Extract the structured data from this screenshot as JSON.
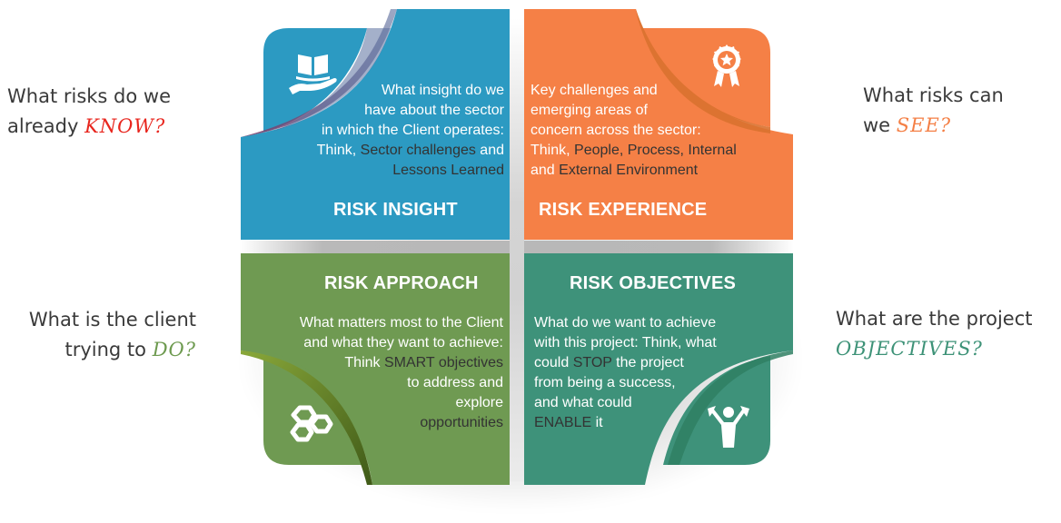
{
  "side_questions": {
    "top_left": {
      "line1": "What risks do we",
      "line2_prefix": "already ",
      "highlight": "KNOW?",
      "highlight_color": "#e8261e"
    },
    "top_right": {
      "line1": "What risks can",
      "line2_prefix": "we ",
      "highlight": "SEE?",
      "highlight_color": "#f47f45"
    },
    "bottom_left": {
      "line1": "What is the client",
      "line2_prefix": "trying to ",
      "highlight": "DO?",
      "highlight_color": "#6d9a4f"
    },
    "bottom_right": {
      "line1": "What are the project",
      "line2_prefix": "",
      "highlight": "OBJECTIVES?",
      "highlight_color": "#3d9277"
    }
  },
  "quadrants": {
    "insight": {
      "title": "RISK INSIGHT",
      "color": "#2c9ac2",
      "icon": "hand-book-icon",
      "text": {
        "l1": "What insight do we",
        "l2": "have about the sector",
        "l3": "in which the Client operates:",
        "l4_a": "Think, ",
        "l4_b": "Sector challenges",
        "l4_c": " and",
        "l5": "Lessons Learned"
      }
    },
    "experience": {
      "title": "RISK EXPERIENCE",
      "color": "#f58046",
      "icon": "award-ribbon-icon",
      "text": {
        "l1": "Key challenges and",
        "l2": "emerging areas of",
        "l3": "concern across the sector:",
        "l4_a": "Think, ",
        "l4_b": "People, Process, Internal",
        "l5_a": "and ",
        "l5_b": "External Environment"
      }
    },
    "approach": {
      "title": "RISK APPROACH",
      "color": "#6f9a52",
      "icon": "hexagons-icon",
      "text": {
        "l1": "What matters most to the Client",
        "l2": "and what they want to achieve:",
        "l3_a": "Think ",
        "l3_b": "SMART",
        "l3_c": " objectives",
        "l4": "to address and",
        "l5": "explore",
        "l6": "opportunities"
      }
    },
    "objectives": {
      "title": "RISK OBJECTIVES",
      "color": "#3e927a",
      "icon": "person-arms-up-icon",
      "text": {
        "l1": "What do we want to achieve",
        "l2": "with this project:  Think, what",
        "l3_a": "could ",
        "l3_b": "STOP",
        "l3_c": " the project",
        "l4": "from being a success,",
        "l5": "and what could",
        "l6_a": "ENABLE",
        "l6_b": " it"
      }
    }
  }
}
